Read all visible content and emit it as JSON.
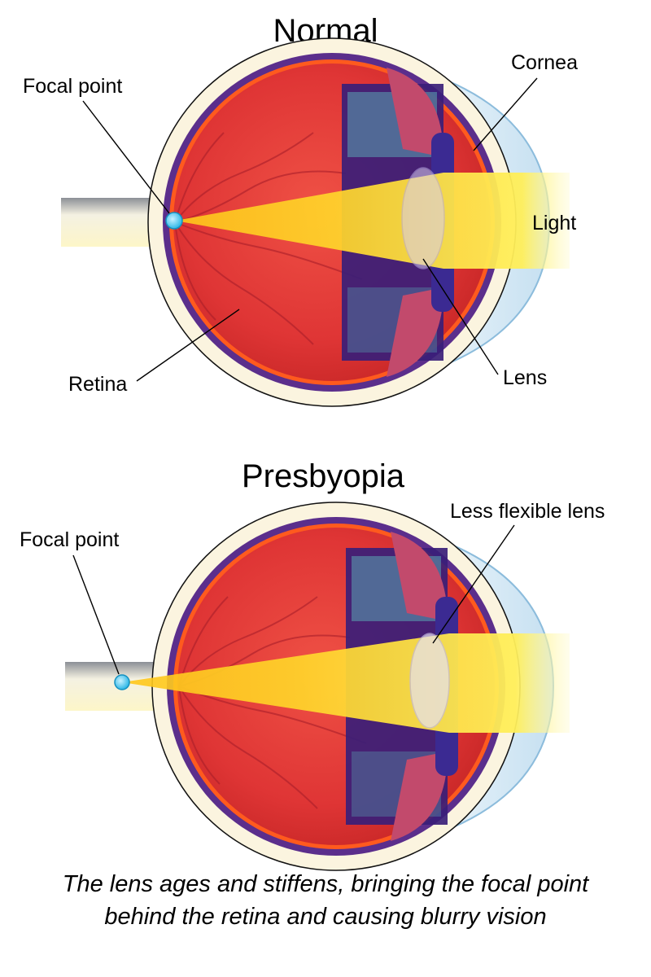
{
  "diagrams": {
    "normal": {
      "title": "Normal",
      "labels": {
        "focal_point": "Focal point",
        "cornea": "Cornea",
        "light": "Light",
        "retina": "Retina",
        "lens": "Lens"
      }
    },
    "presbyopia": {
      "title": "Presbyopia",
      "labels": {
        "focal_point": "Focal point",
        "less_flexible_lens": "Less flexible lens"
      }
    }
  },
  "caption": {
    "line1": "The lens ages and stiffens, bringing the focal point",
    "line2": "behind the retina and causing blurry vision"
  },
  "colors": {
    "background": "#ffffff",
    "sclera": "#fbf4df",
    "choroid": "#5b2e8c",
    "retina_edge": "#ff5a1e",
    "vitreous": "#e23a3a",
    "ciliary_body": "#3a1e78",
    "iris_tissue": "#c24a6c",
    "cornea": "#d9ecf7",
    "light": "#ffe600",
    "focal_point": "#49c8ee"
  }
}
